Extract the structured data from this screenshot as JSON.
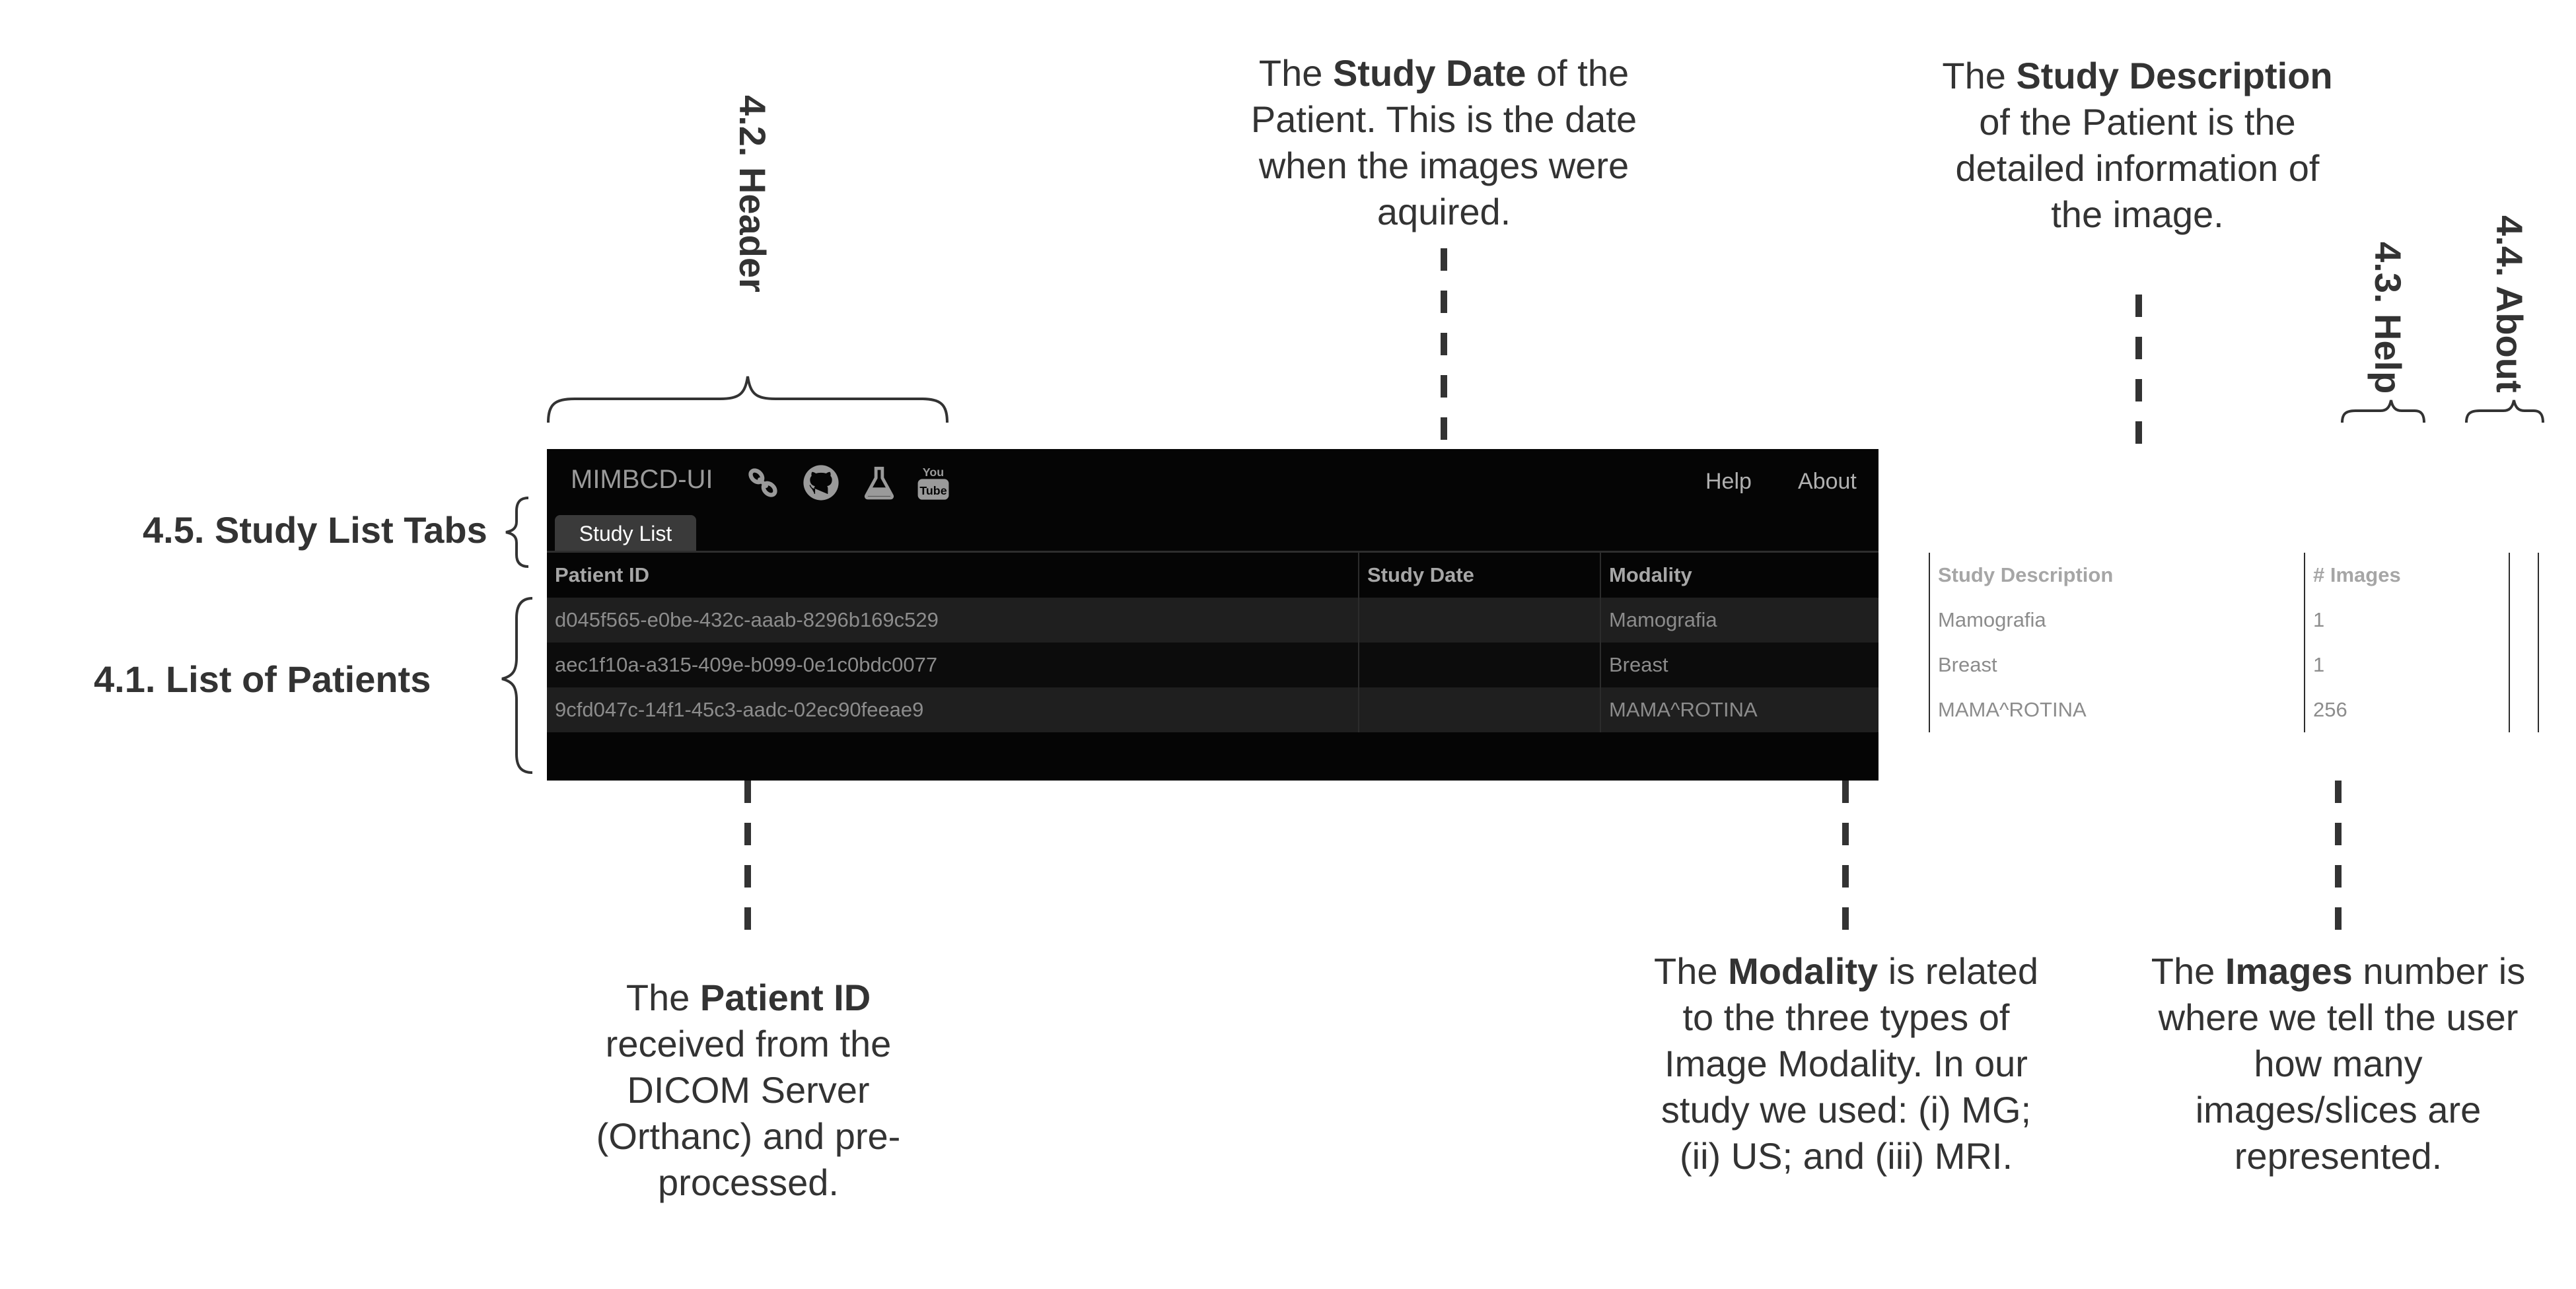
{
  "annotations": {
    "header_label": "4.2. Header",
    "help_label": "4.3. Help",
    "about_label": "4.4. About",
    "tabs_label": "4.5. Study List Tabs",
    "list_label": "4.1. List of Patients",
    "study_date_note": {
      "pre": "The ",
      "bold": "Study Date",
      "post": " of the Patient. This is the date when the images were aquired."
    },
    "study_description_note": {
      "pre": "The ",
      "bold": "Study Description",
      "post": " of the Patient is the detailed information of the image."
    },
    "patient_id_note": {
      "pre": "The ",
      "bold": "Patient ID",
      "post": " received from the DICOM Server (Orthanc) and pre-processed."
    },
    "modality_note": {
      "pre": "The ",
      "bold": "Modality",
      "post": " is related to the three types of Image Modality. In our study we used: (i) MG; (ii) US; and (iii) MRI."
    },
    "images_note": {
      "pre": "The ",
      "bold": "Images",
      "post": " number is where we tell the user how many images/slices are represented."
    }
  },
  "app": {
    "brand": "MIMBCD-UI",
    "icons": [
      "link-icon",
      "github-icon",
      "flask-icon",
      "youtube-icon"
    ],
    "youtube_text_top": "You",
    "youtube_text_bottom": "Tube",
    "help_link": "Help",
    "about_link": "About",
    "tab_label": "Study List",
    "columns": [
      "Patient ID",
      "Study Date",
      "Modality",
      "Study Description",
      "# Images"
    ],
    "rows": [
      {
        "patient_id": "d045f565-e0be-432c-aaab-8296b169c529",
        "study_date": "",
        "modality": "Mamografia",
        "description": "Mamografia",
        "images": "1"
      },
      {
        "patient_id": "aec1f10a-a315-409e-b099-0e1c0bdc0077",
        "study_date": "",
        "modality": "Breast",
        "description": "Breast",
        "images": "1"
      },
      {
        "patient_id": "9cfd047c-14f1-45c3-aadc-02ec90feeae9",
        "study_date": "",
        "modality": "MAMA^ROTINA",
        "description": "MAMA^ROTINA",
        "images": "256"
      }
    ]
  },
  "colors": {
    "app_background": "#050505",
    "row_odd": "#1f1f1f",
    "row_even": "#0c0c0c",
    "annotation_text": "#333333"
  }
}
